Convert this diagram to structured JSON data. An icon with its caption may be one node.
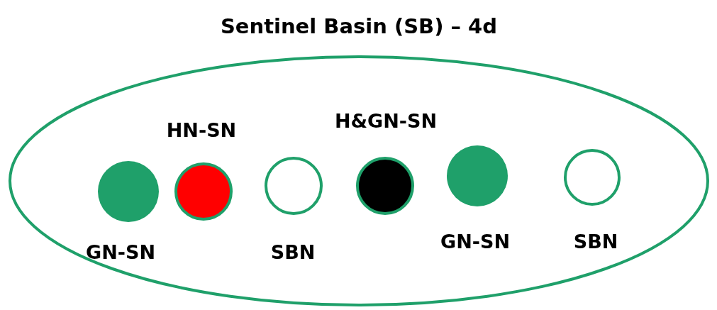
{
  "diagram": {
    "nodes": [
      {
        "text": [
          "Sentinel Basin (SB) – 4d"
        ]
      },
      {
        "text": [],
        "shape": "circle",
        "in": 0,
        "beside": [
          "GN-SN"
        ]
      },
      {
        "text": [],
        "shape": "circle",
        "in": 0,
        "beside": [
          "HN-SN"
        ]
      },
      {
        "text": [],
        "shape": "circle",
        "in": 0,
        "beside": [
          "SBN"
        ]
      },
      {
        "text": [],
        "shape": "circle",
        "in": 0,
        "beside": [
          "H&GN-SN"
        ]
      },
      {
        "text": [],
        "shape": "circle",
        "in": 0,
        "beside": [
          "GN-SN"
        ]
      },
      {
        "text": [],
        "shape": "circle",
        "in": 0,
        "beside": [
          "SBN"
        ]
      }
    ]
  }
}
